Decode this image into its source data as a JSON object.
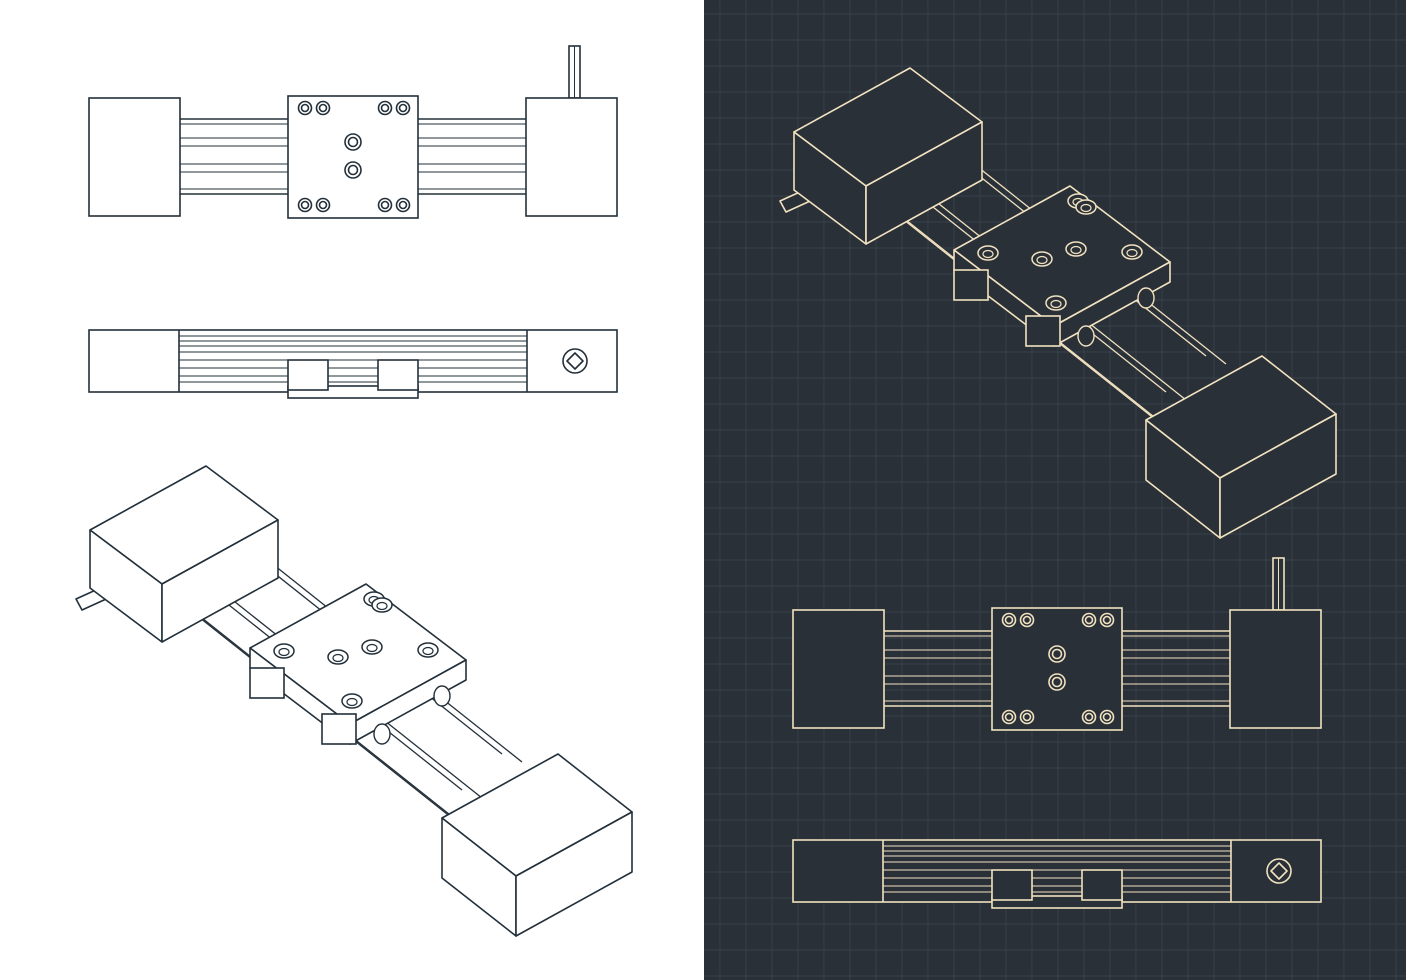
{
  "sheets": [
    {
      "id": "light",
      "theme": {
        "background": "#ffffff",
        "stroke": "#23303a",
        "fill": "#ffffff",
        "grid": "none"
      },
      "views": [
        "top-view",
        "side-view",
        "isometric-view"
      ]
    },
    {
      "id": "dark",
      "theme": {
        "background": "#2a3038",
        "stroke": "#f1e2c0",
        "fill": "#2a3038",
        "grid": "#3c4650"
      },
      "views": [
        "isometric-view",
        "top-view",
        "side-view"
      ]
    }
  ]
}
